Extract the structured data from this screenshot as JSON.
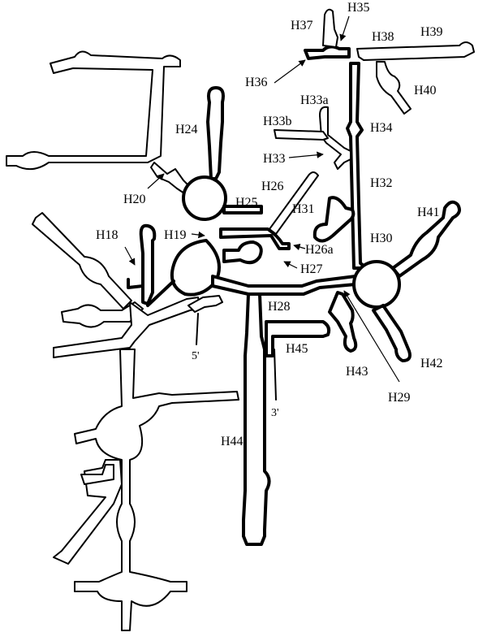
{
  "helix_labels": {
    "h35": "H35",
    "h37": "H37",
    "h38": "H38",
    "h39": "H39",
    "h36": "H36",
    "h40": "H40",
    "h33a": "H33a",
    "h24": "H24",
    "h33b": "H33b",
    "h34": "H34",
    "h33": "H33",
    "h26": "H26",
    "h32": "H32",
    "h20": "H20",
    "h25": "H25",
    "h31": "H31",
    "h41": "H41",
    "h18": "H18",
    "h19": "H19",
    "h30": "H30",
    "h26a": "H26a",
    "h27": "H27",
    "h28": "H28",
    "h45": "H45",
    "h43": "H43",
    "h42": "H42",
    "h29": "H29",
    "h44": "H44"
  },
  "end_labels": {
    "five_prime": "5'",
    "three_prime": "3'"
  }
}
